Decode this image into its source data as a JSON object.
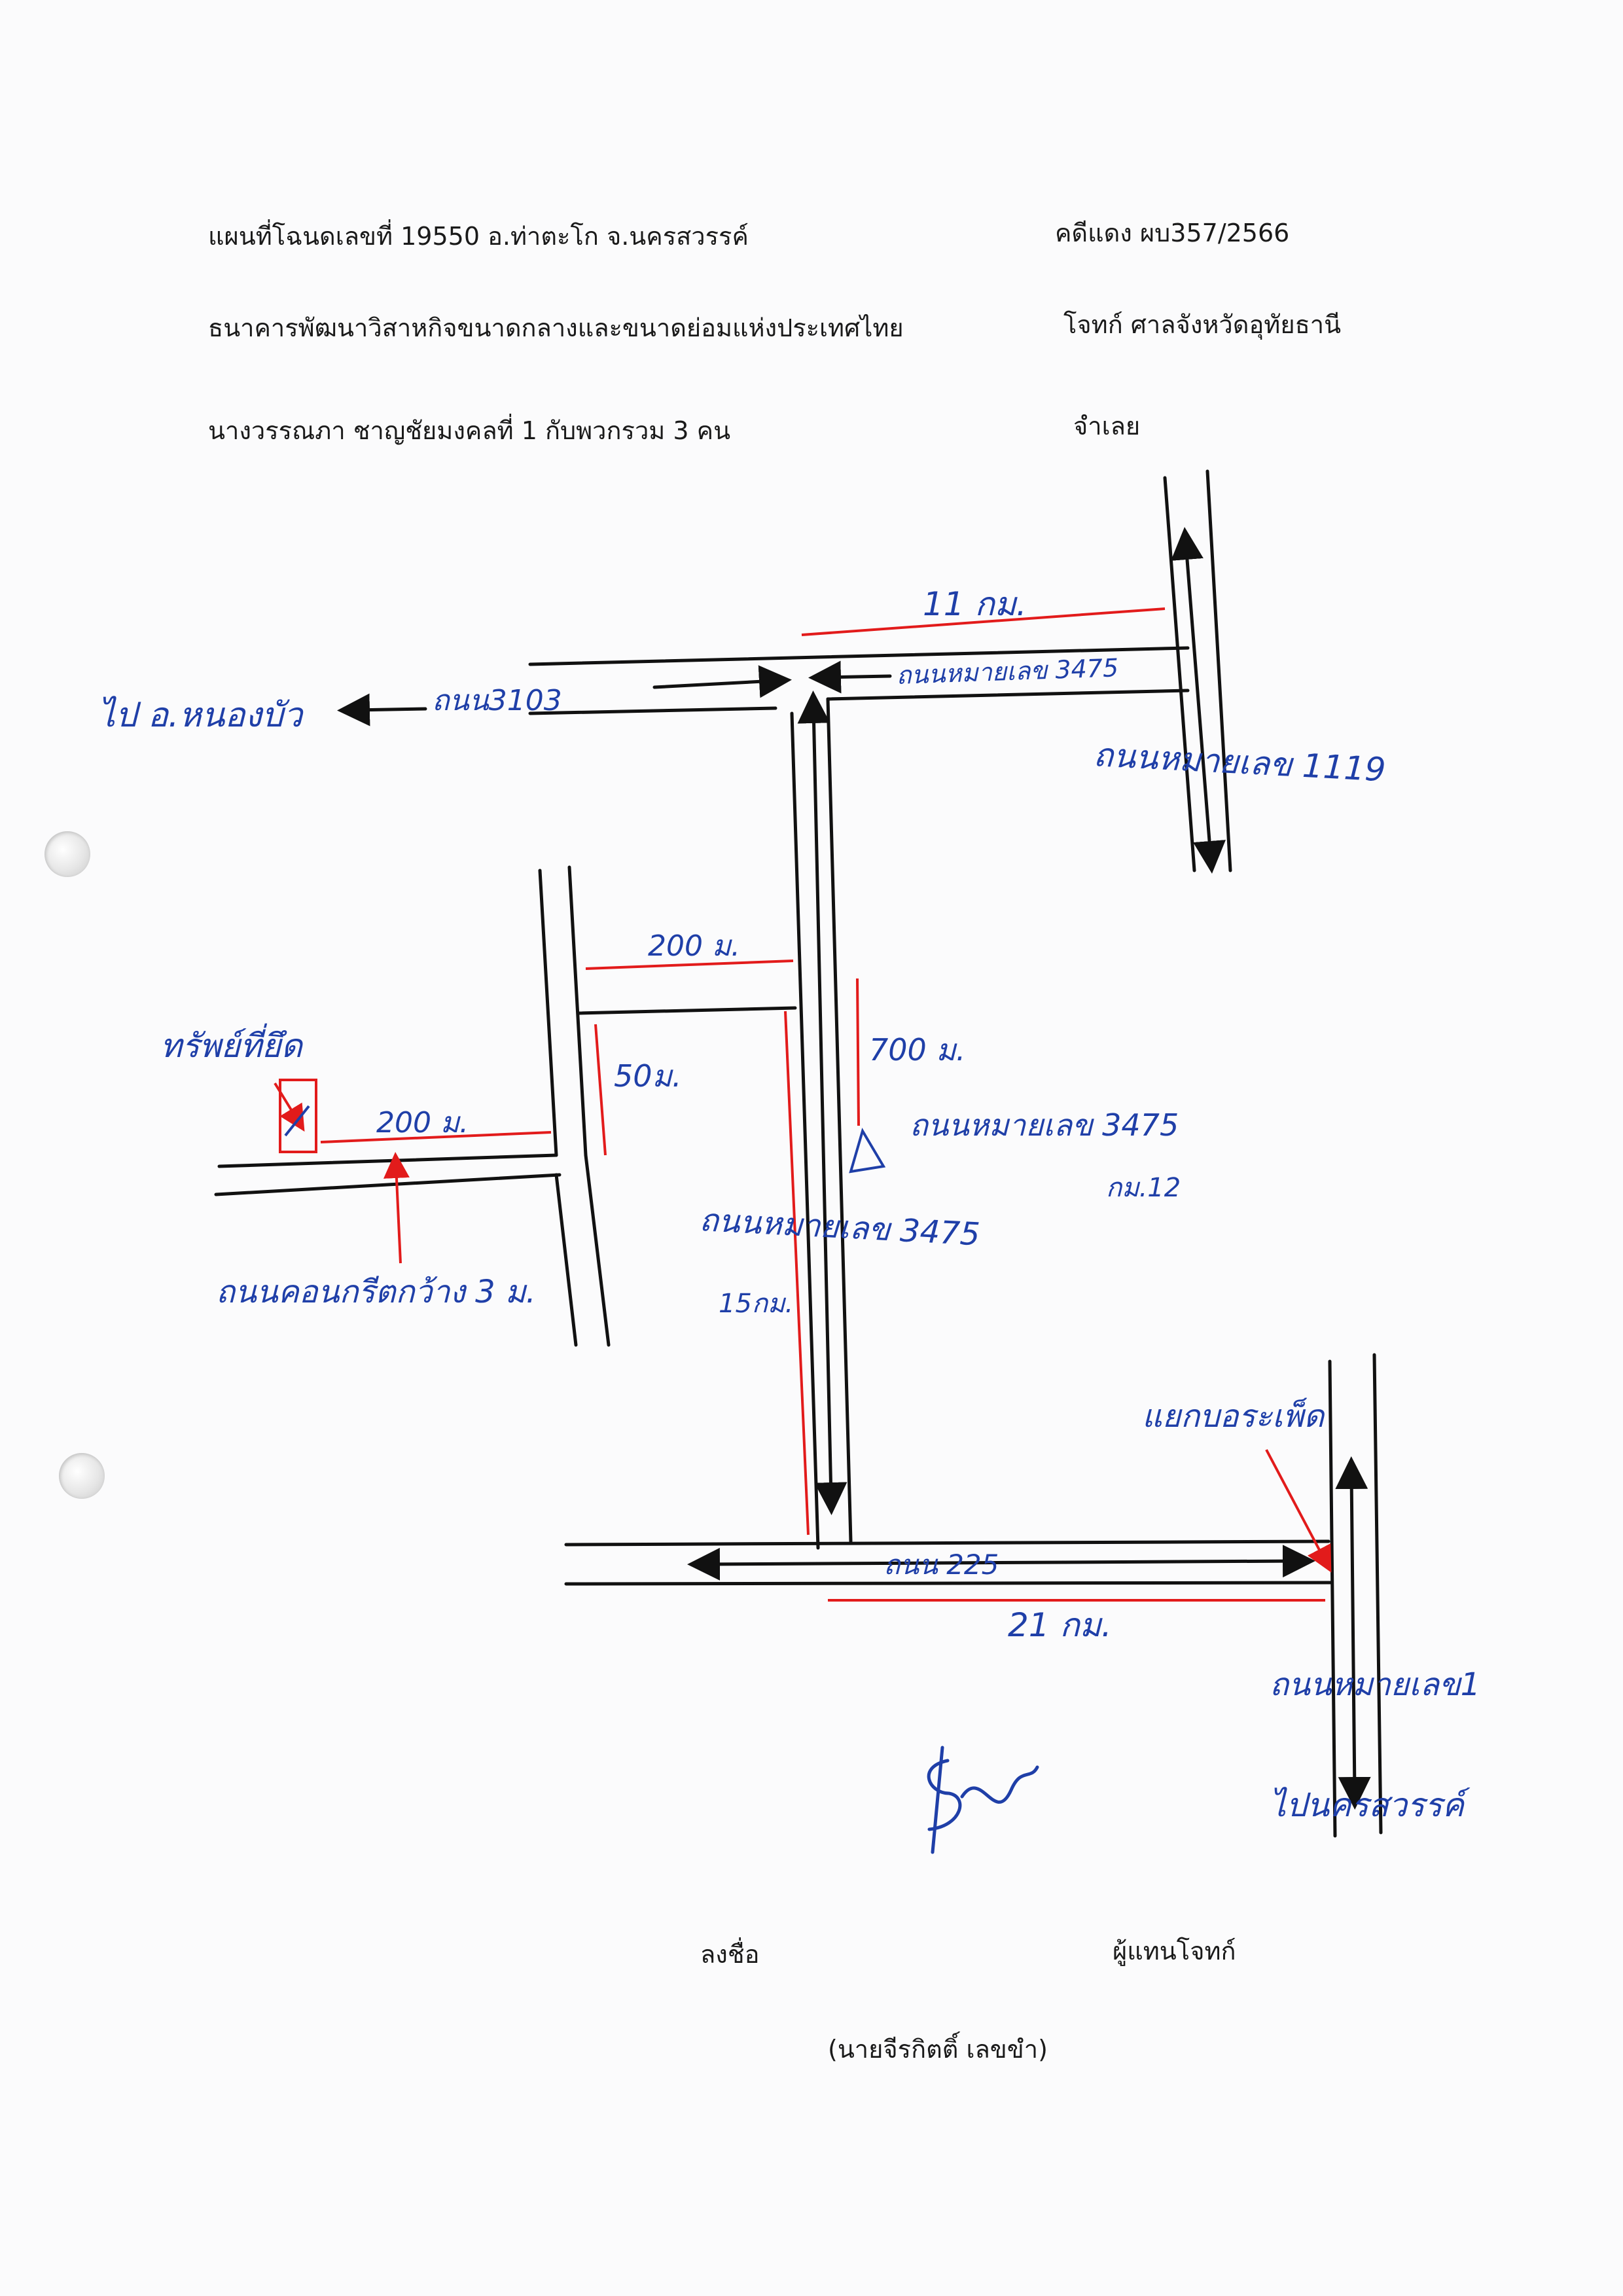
{
  "header": {
    "left_line1": "แผนที่โฉนดเลขที่ 19550  อ.ท่าตะโก   จ.นครสวรรค์",
    "left_line2": "ธนาคารพัฒนาวิสาหกิจขนาดกลางและขนาดย่อมแห่งประเทศไทย",
    "left_line3": "นางวรรณภา ชาญชัยมงคลที่ 1 กับพวกรวม 3 คน",
    "right_line1": "คดีแดง ผบ357/2566",
    "right_line2": "โจทก์ ศาลจังหวัดอุทัยธานี",
    "right_line3": "จำเลย"
  },
  "map_labels": {
    "to_nong_bua": "ไป อ.หนองบัว",
    "road_3103": "ถนน3103",
    "road_3475_top": "ถนนหมายเลข 3475",
    "dist_11km": "11 กม.",
    "road_1119": "ถนนหมายเลข 1119",
    "dist_200m_upper": "200 ม.",
    "dist_700m": "700 ม.",
    "dist_50m": "50ม.",
    "seized_property": "ทรัพย์ที่ยึด",
    "dist_200m_lower": "200 ม.",
    "road_3475_km12": "ถนนหมายเลข 3475",
    "km12": "กม.12",
    "road_3475_vertical": "ถนนหมายเลข 3475",
    "dist_15km": "15กม.",
    "concrete_road": "ถนนคอนกรีตกว้าง 3 ม.",
    "intersection": "แยกบอระเพ็ด",
    "road_225": "ถนน 225",
    "dist_21km": "21 กม.",
    "road_1": "ถนนหมายเลข1",
    "to_nakhon_sawan": "ไปนครสวรรค์"
  },
  "signature": {
    "sign_label": "ลงชื่อ",
    "role": "ผู้แทนโจทก์",
    "name": "(นายจีรกิตติ์  เลขขำ)"
  },
  "colors": {
    "ink_blue": "#1f3fa8",
    "dimension_red": "#e21b1b",
    "road_black": "#111111"
  }
}
